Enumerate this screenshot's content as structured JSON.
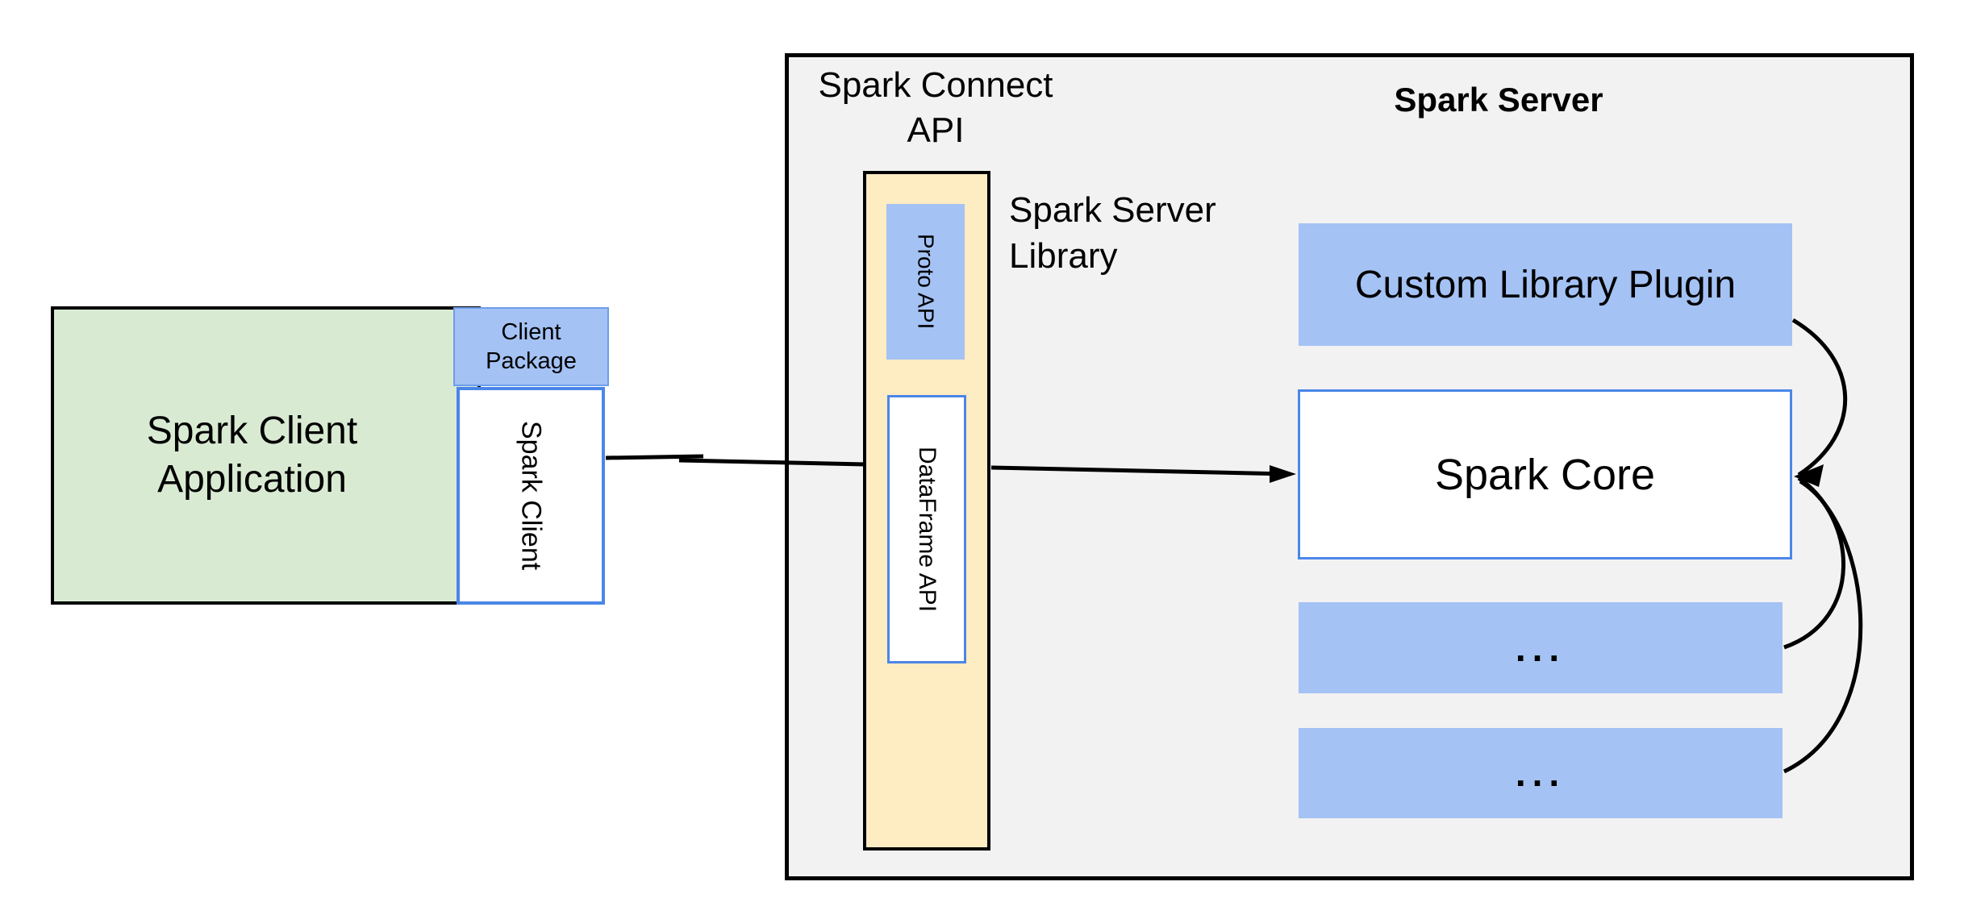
{
  "client_application": {
    "label": "Spark Client Application",
    "fill": "#d9ead3"
  },
  "client_package": {
    "label": "Client Package",
    "fill": "#a4c2f4"
  },
  "spark_client": {
    "label": "Spark Client",
    "fill": "#ffffff",
    "border": "#4a86e8"
  },
  "spark_connect_api": {
    "label": "Spark Connect API"
  },
  "server_library_column": {
    "fill": "#feecc2"
  },
  "proto_api": {
    "label": "Proto API",
    "fill": "#a4c2f4"
  },
  "dataframe_api": {
    "label": "DataFrame API",
    "fill": "#ffffff",
    "border": "#4a86e8"
  },
  "spark_server_library": {
    "label": "Spark Server Library"
  },
  "spark_server": {
    "title": "Spark Server",
    "fill": "#f2f2f2"
  },
  "custom_library_plugin": {
    "label": "Custom Library Plugin",
    "fill": "#a4c2f4"
  },
  "spark_core": {
    "label": "Spark Core",
    "fill": "#ffffff",
    "border": "#4a86e8"
  },
  "plugin_slot_1": {
    "label": "...",
    "fill": "#a4c2f4"
  },
  "plugin_slot_2": {
    "label": "...",
    "fill": "#a4c2f4"
  },
  "connector_color": "#000000"
}
